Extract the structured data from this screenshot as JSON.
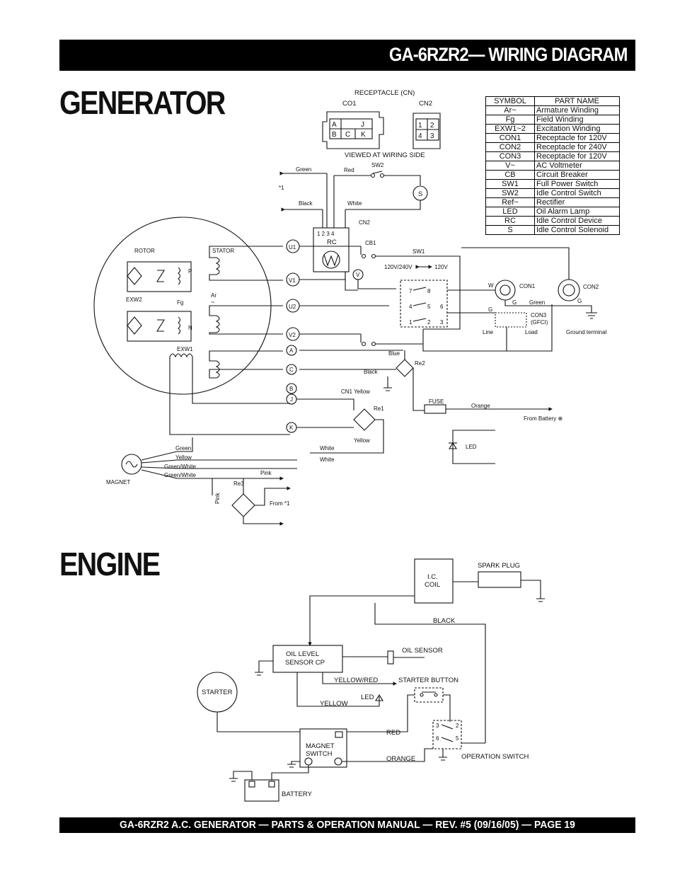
{
  "header": {
    "title": "GA-6RZR2— WIRING DIAGRAM"
  },
  "footer": {
    "text": "GA-6RZR2 A.C. GENERATOR — PARTS & OPERATION MANUAL — REV. #5  (09/16/05) — PAGE 19"
  },
  "sections": {
    "generator": "GENERATOR",
    "engine": "ENGINE"
  },
  "legend": {
    "headers": [
      "SYMBOL",
      "PART NAME"
    ],
    "rows": [
      [
        "Ar~",
        "Armature Winding"
      ],
      [
        "Fg",
        "Field Winding"
      ],
      [
        "EXW1~2",
        "Excitation Winding"
      ],
      [
        "CON1",
        "Receptacle for 120V"
      ],
      [
        "CON2",
        "Receptacle for 240V"
      ],
      [
        "CON3",
        "Receptacle for 120V"
      ],
      [
        "V~",
        "AC Voltmeter"
      ],
      [
        "CB",
        "Circuit Breaker"
      ],
      [
        "SW1",
        "Full Power Switch"
      ],
      [
        "SW2",
        "Idle Control Switch"
      ],
      [
        "Ref~",
        "Rectifier"
      ],
      [
        "LED",
        "Oil Alarm Lamp"
      ],
      [
        "RC",
        "Idle Control Device"
      ],
      [
        "S",
        "Idle Control Solenoid"
      ]
    ]
  },
  "receptacle": {
    "title": "RECEPTACLE (CN)",
    "co1": "CO1",
    "cn2": "CN2",
    "co1_pins": [
      "A",
      "J",
      "B",
      "C",
      "K"
    ],
    "cn2_pins": [
      "1",
      "2",
      "4",
      "3"
    ],
    "note": "VIEWED AT WIRING SIDE"
  },
  "generator_labels": {
    "green_top": "Green",
    "red": "Red",
    "sw2": "SW2",
    "star1": "*1",
    "black": "Black",
    "white": "White",
    "cn2": "CN2",
    "rc_pins": "1  2  3  4",
    "rc": "RC",
    "s": "S",
    "rotor": "ROTOR",
    "stator": "STATOR",
    "exw2": "EXW2",
    "fg": "Fg",
    "p": "P",
    "n": "N",
    "ar": "Ar",
    "ar_tilde": "~",
    "exw1": "EXW1",
    "u1": "U1",
    "v1": "V1",
    "u2": "U2",
    "v2": "V2",
    "a": "A",
    "c": "C",
    "b": "B",
    "j": "J",
    "k": "K",
    "cb1": "CB1",
    "sw1": "SW1",
    "voltage": "120V/240V",
    "arrow_120": "120V",
    "v_meter": "V",
    "sw_pins": [
      "7",
      "8",
      "4",
      "5",
      "6",
      "1",
      "2",
      "3"
    ],
    "w": "W",
    "g": "G",
    "con1": "CON1",
    "con2": "CON2",
    "green_con": "Green",
    "g2": "G",
    "con3": "CON3",
    "gfci": "(GFCI)",
    "line": "Line",
    "load": "Load",
    "ground_terminal": "Ground terminal",
    "blue": "Blue",
    "re2": "Re2",
    "black2": "Black",
    "cn1_yellow": "CN1 Yellow",
    "fuse": "FUSE",
    "orange": "Orange",
    "from_battery": "From Battery ⊕",
    "re1": "Re1",
    "yellow": "Yellow",
    "led": "LED",
    "green_m": "Green",
    "yellow_m": "Yellow",
    "green_white1": "Green/White",
    "green_white2": "Green/White",
    "white_m1": "White",
    "white_m2": "White",
    "magnet": "MAGNET",
    "pink": "Pink",
    "pink_v": "Pink",
    "re3": "Re3",
    "from_star": "From *1"
  },
  "engine_labels": {
    "ic_coil_1": "I.C.",
    "ic_coil_2": "COIL",
    "spark_plug": "SPARK PLUG",
    "black": "BLACK",
    "oil_level_1": "OIL LEVEL",
    "oil_level_2": "SENSOR CP",
    "oil_sensor": "OIL SENSOR",
    "starter": "STARTER",
    "yellow_red": "YELLOW/RED",
    "starter_button": "STARTER BUTTON",
    "led": "LED",
    "yellow": "YELLOW",
    "red": "RED",
    "magnet_1": "MAGNET",
    "magnet_2": "SWITCH",
    "orange": "ORANGE",
    "operation_switch": "OPERATION SWITCH",
    "battery": "BATTERY",
    "sw_nums": [
      "3",
      "2",
      "6",
      "5"
    ]
  }
}
